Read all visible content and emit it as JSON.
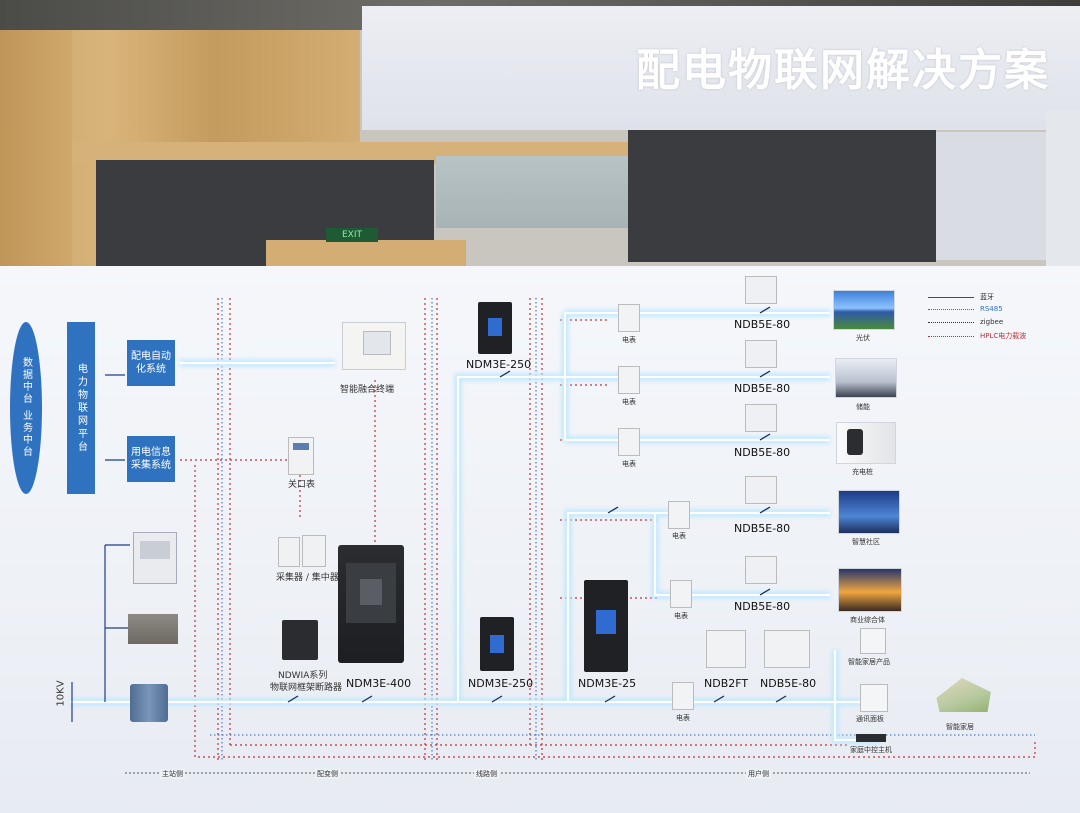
{
  "title": "配电物联网解决方案",
  "exit_sign": "EXIT",
  "left": {
    "oval": "数据中台 业务中台",
    "platform": "电力物联网平台",
    "box_top": "配电自动化系统",
    "box_bottom": "用电信息采集系统"
  },
  "legend": [
    {
      "label": "蓝牙",
      "color": "#7b3a2a",
      "style": "solid"
    },
    {
      "label": "RS485",
      "color": "#2f73c0",
      "style": "dotted"
    },
    {
      "label": "zigbee",
      "color": "#333333",
      "style": "dotted"
    },
    {
      "label": "HPLC电力载波",
      "color": "#c0303a",
      "style": "dotted"
    }
  ],
  "labels": {
    "terminal": "智能融合终端",
    "gate_meter": "关口表",
    "collector": "采集器 / 集中器",
    "ndwia": "NDWIA系列",
    "ndwia_sub": "物联网框架断路器",
    "voltage": "10KV",
    "meter": "电表",
    "pv": "光伏",
    "storage": "储能",
    "charger": "充电桩",
    "community": "智慧社区",
    "commercial": "商业综合体",
    "smart_products": "智能家居产品",
    "panel": "通讯面板",
    "host": "家庭中控主机",
    "smart_home": "智能家居"
  },
  "models": {
    "ndm3e_250_top": "NDM3E-250",
    "ndm3e_400": "NDM3E-400",
    "ndm3e_250_bottom": "NDM3E-250",
    "ndm3e_25": "NDM3E-25",
    "ndb2ft": "NDB2FT",
    "ndb5e_80_bottom": "NDB5E-80",
    "ndb5e_80_list": [
      "NDB5E-80",
      "NDB5E-80",
      "NDB5E-80",
      "NDB5E-80",
      "NDB5E-80"
    ]
  },
  "sections": [
    "主站侧",
    "配变侧",
    "线路侧",
    "用户侧"
  ]
}
